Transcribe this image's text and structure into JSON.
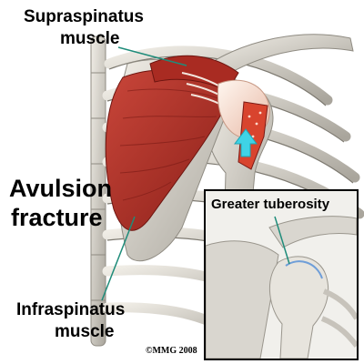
{
  "labels": {
    "supraspinatus_line1": "Supraspinatus",
    "supraspinatus_line2": "muscle",
    "avulsion_line1": "Avulsion",
    "avulsion_line2": "fracture",
    "infraspinatus_line1": "Infraspinatus",
    "infraspinatus_line2": "muscle",
    "inset_title": "Greater tuberosity",
    "copyright": "©MMG 2008"
  },
  "colors": {
    "muscle": "#b8362c",
    "muscle_dark": "#7a1a15",
    "bone": "#dcd8cf",
    "bone_shadow": "#8f8b82",
    "arrow": "#3fd3e6",
    "pointer_line": "#1f8c7a"
  }
}
